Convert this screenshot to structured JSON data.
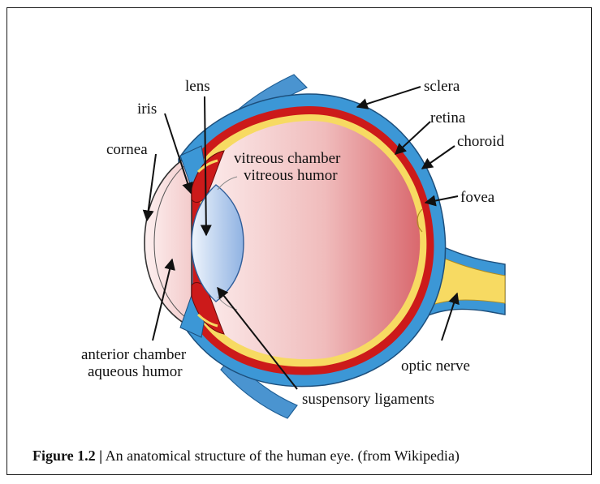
{
  "labels": {
    "lens": "lens",
    "sclera": "sclera",
    "iris": "iris",
    "retina": "retina",
    "choroid": "choroid",
    "cornea": "cornea",
    "vitreous_chamber": "vitreous chamber",
    "vitreous_humor": "vitreous humor",
    "fovea": "fovea",
    "anterior_chamber": "anterior chamber",
    "aqueous_humor": "aqueous humor",
    "optic_nerve": "optic nerve",
    "suspensory_ligaments": "suspensory ligaments"
  },
  "caption": {
    "figure_number": "Figure 1.2 |",
    "text": " An anatomical structure of the human eye. (from Wikipedia)"
  },
  "colors": {
    "sclera": "#3c97d6",
    "choroid": "#cc1a1a",
    "retina": "#f7da62",
    "vitreous": "#e89a9a",
    "lens": "#a9c4e9",
    "muscle": "#4a94d0"
  }
}
